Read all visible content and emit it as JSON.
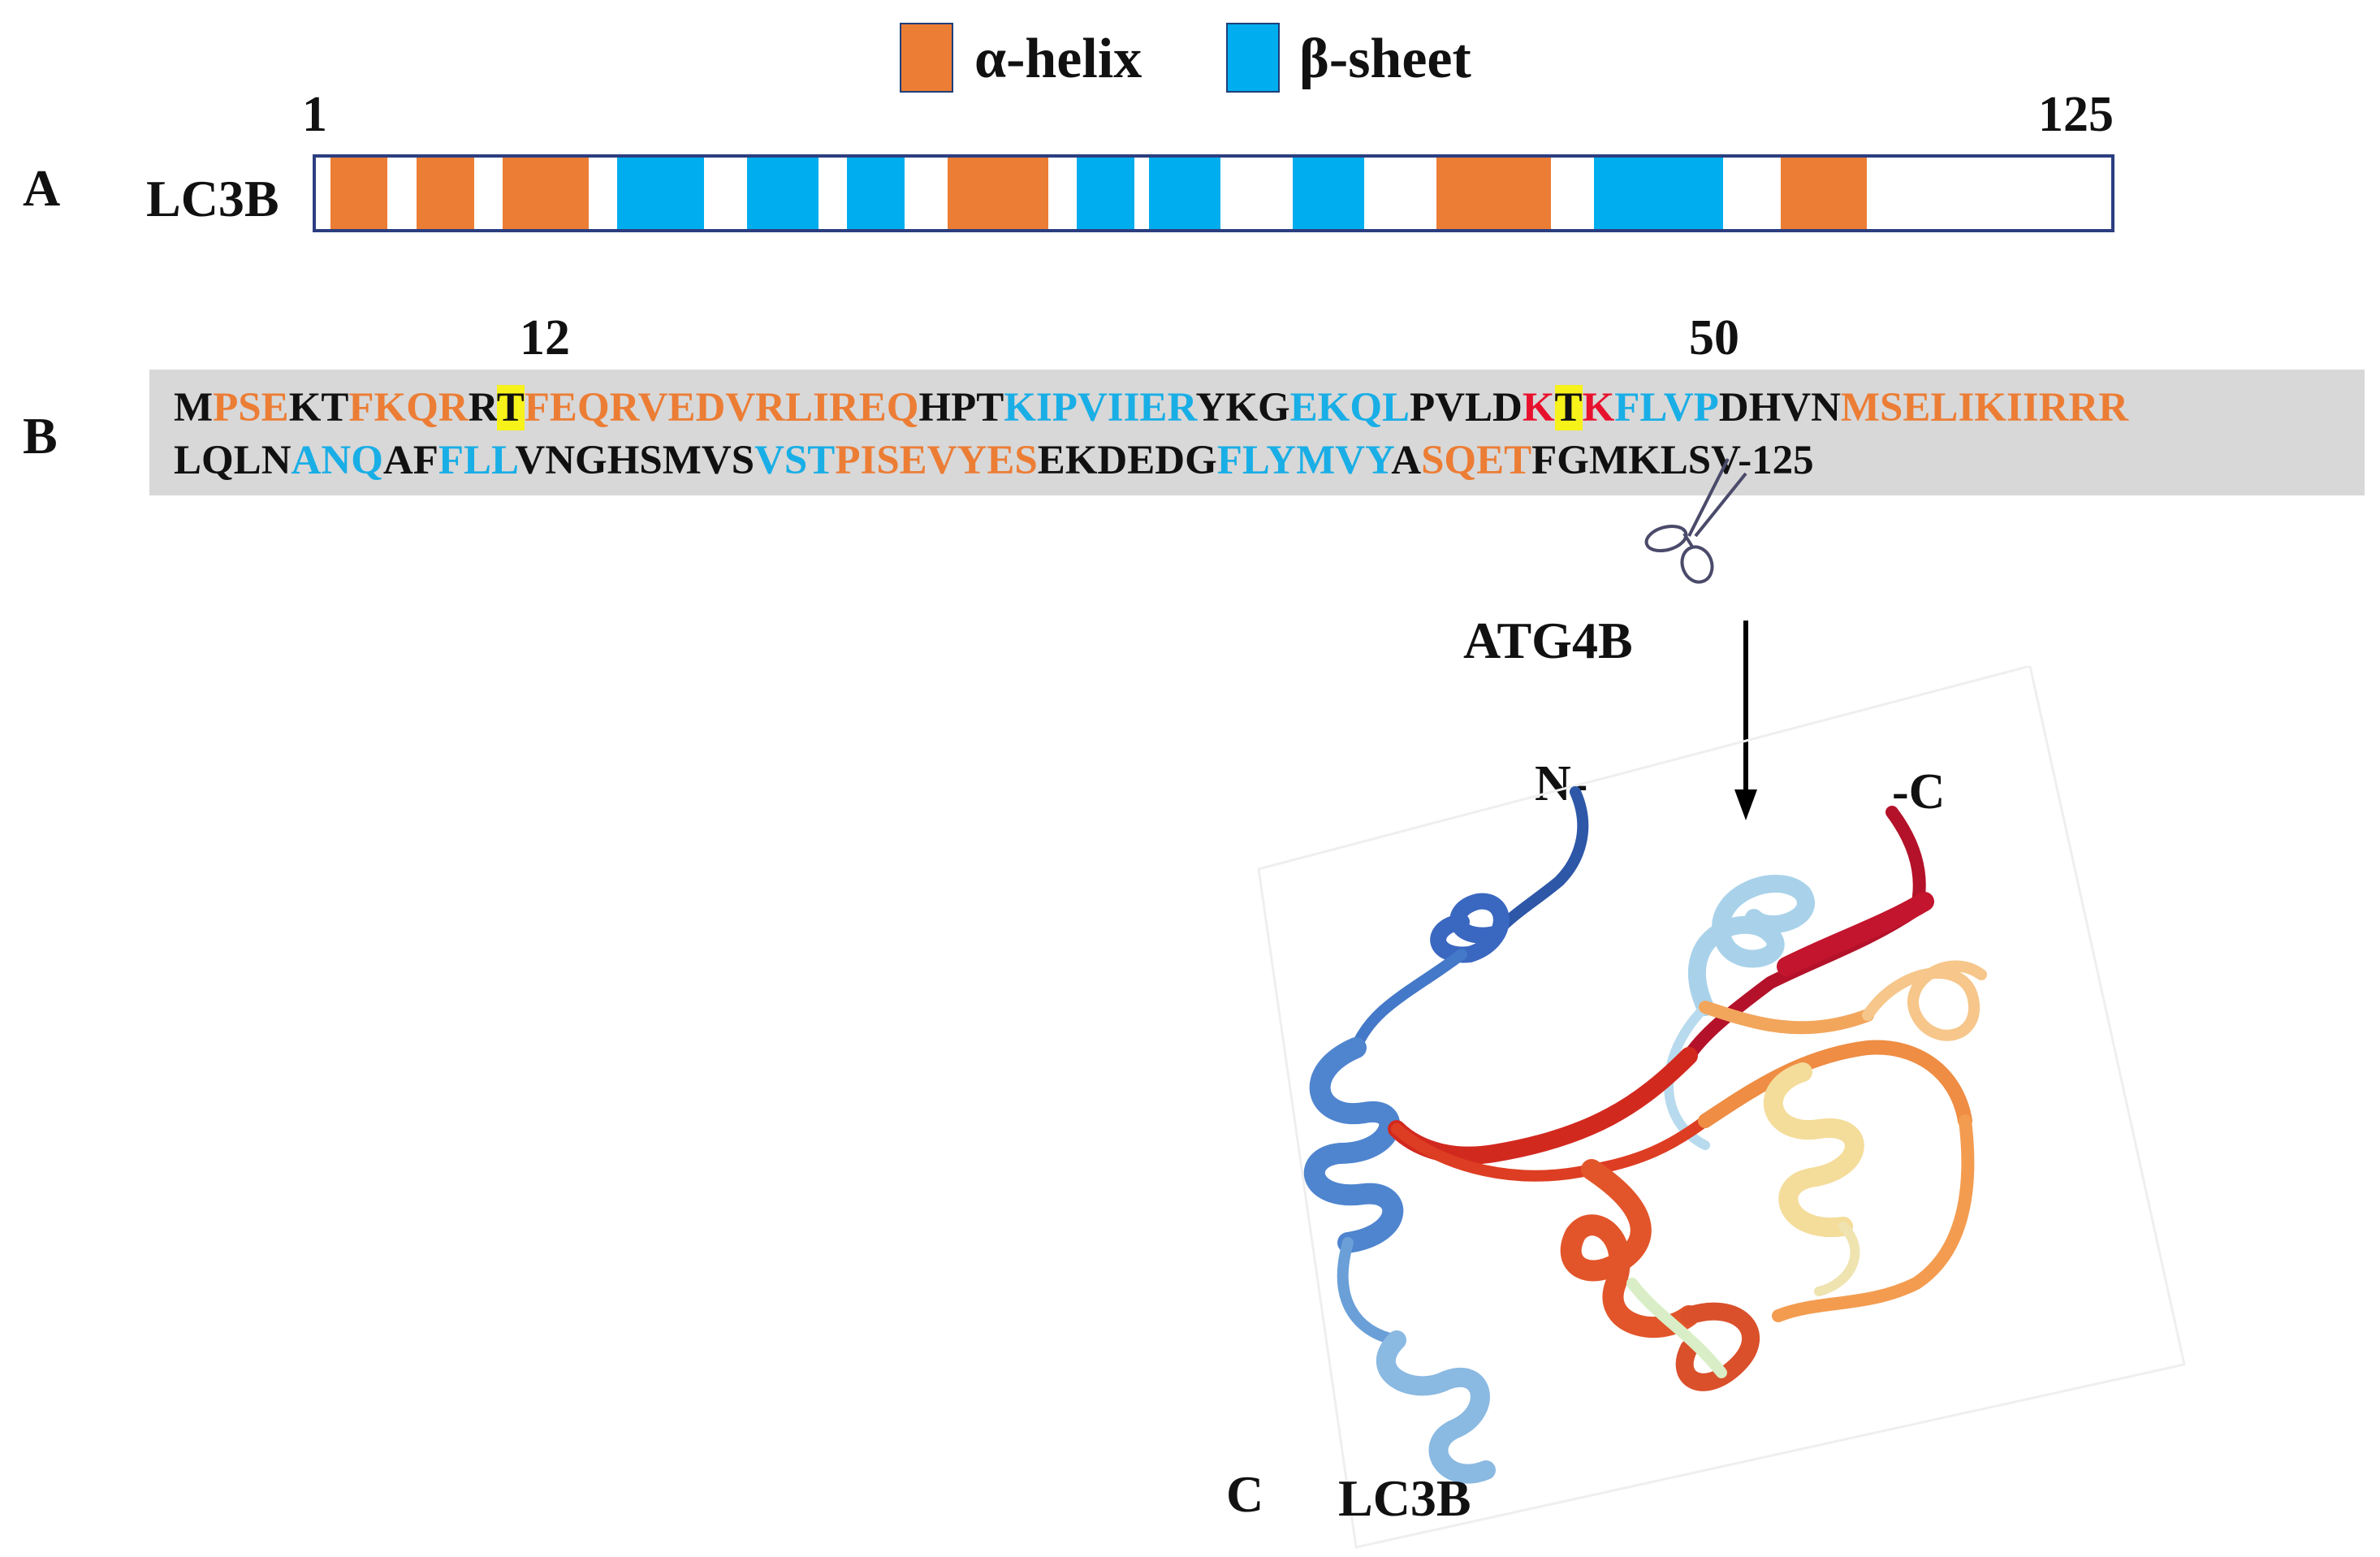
{
  "legend": {
    "helix_label": "α-helix",
    "sheet_label": "β-sheet",
    "helix_color": "#ec7d35",
    "sheet_color": "#00aeef"
  },
  "panel_a": {
    "letter": "A",
    "protein_label": "LC3B",
    "start_num": "1",
    "end_num": "125",
    "segments": [
      {
        "type": "helix",
        "start": 2,
        "end": 5
      },
      {
        "type": "helix",
        "start": 8,
        "end": 11
      },
      {
        "type": "helix",
        "start": 14,
        "end": 19
      },
      {
        "type": "sheet",
        "start": 22,
        "end": 27
      },
      {
        "type": "sheet",
        "start": 31,
        "end": 35
      },
      {
        "type": "sheet",
        "start": 38,
        "end": 41
      },
      {
        "type": "helix",
        "start": 45,
        "end": 51
      },
      {
        "type": "sheet",
        "start": 54,
        "end": 57
      },
      {
        "type": "sheet",
        "start": 59,
        "end": 63
      },
      {
        "type": "sheet",
        "start": 69,
        "end": 73
      },
      {
        "type": "helix",
        "start": 79,
        "end": 86
      },
      {
        "type": "sheet",
        "start": 90,
        "end": 98
      },
      {
        "type": "helix",
        "start": 103,
        "end": 108
      }
    ]
  },
  "panel_b": {
    "letter": "B",
    "marker_12": "12",
    "marker_50": "50",
    "line1": [
      {
        "t": "M",
        "c": "black"
      },
      {
        "t": "PSE",
        "c": "orange"
      },
      {
        "t": "KT",
        "c": "black"
      },
      {
        "t": "FKQR",
        "c": "orange"
      },
      {
        "t": "R",
        "c": "black"
      },
      {
        "t": "T",
        "c": "black",
        "hl": true
      },
      {
        "t": "FEQRVEDVRLIREQ",
        "c": "orange"
      },
      {
        "t": "HPT",
        "c": "black"
      },
      {
        "t": "KIPVIIER",
        "c": "blue"
      },
      {
        "t": "YKG",
        "c": "black"
      },
      {
        "t": "EKQL",
        "c": "blue"
      },
      {
        "t": "PVLD",
        "c": "black"
      },
      {
        "t": "K",
        "c": "red"
      },
      {
        "t": "T",
        "c": "black",
        "hl": true
      },
      {
        "t": "K",
        "c": "red"
      },
      {
        "t": "FLVP",
        "c": "blue"
      },
      {
        "t": "DHVN",
        "c": "black"
      },
      {
        "t": "MSELIKIIRRR",
        "c": "orange"
      }
    ],
    "line2": [
      {
        "t": "LQLN",
        "c": "black"
      },
      {
        "t": "ANQ",
        "c": "blue"
      },
      {
        "t": "AF",
        "c": "black"
      },
      {
        "t": "FLL",
        "c": "blue"
      },
      {
        "t": "VNGHSMVS",
        "c": "black"
      },
      {
        "t": "VST",
        "c": "blue"
      },
      {
        "t": "PISEVYES",
        "c": "orange"
      },
      {
        "t": "EKDEDG",
        "c": "black"
      },
      {
        "t": "FLYMVY",
        "c": "blue"
      },
      {
        "t": "A",
        "c": "black"
      },
      {
        "t": "SQET",
        "c": "orange"
      },
      {
        "t": "FGMKLSV-125",
        "c": "black"
      }
    ]
  },
  "panel_c": {
    "letter": "C",
    "protein_label": "LC3B",
    "enzyme_label": "ATG4B",
    "n_term": "N-",
    "c_term": "-C"
  }
}
